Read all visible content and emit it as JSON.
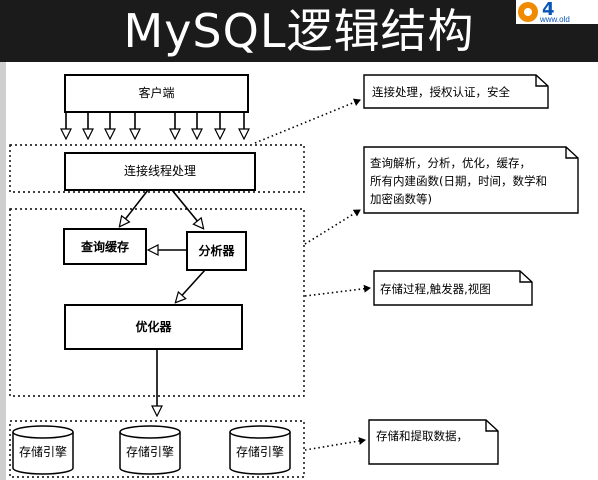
{
  "title": "MySQL逻辑结构",
  "logo": {
    "mark": "4",
    "url": "www.old"
  },
  "diagram": {
    "client": "客户端",
    "connection_thread": "连接线程处理",
    "query_cache": "查询缓存",
    "parser": "分析器",
    "optimizer": "优化器",
    "storage_engines": [
      "存储引擎",
      "存储引擎",
      "存储引擎"
    ]
  },
  "notes": {
    "auth": "连接处理，授权认证，安全",
    "parse_lines": [
      "查询解析，分析，优化，缓存，",
      "所有内建函数(日期，时间，数学和",
      "加密函数等)"
    ],
    "procedures": "存储过程,触发器,视图",
    "storage": "存储和提取数据，"
  }
}
